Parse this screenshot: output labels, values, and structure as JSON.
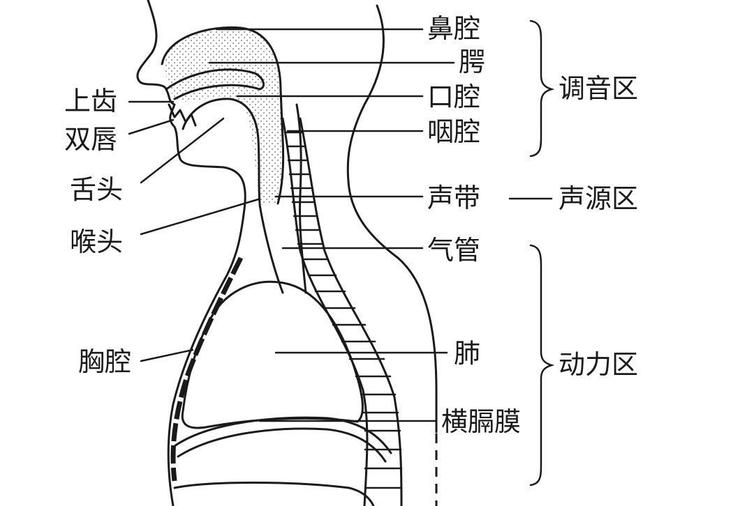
{
  "colors": {
    "ink": "#1a1a1a",
    "background": "#ffffff",
    "dots": "#9a9a9a"
  },
  "labels": {
    "nasal_cavity": "鼻腔",
    "palate": "腭",
    "oral_cavity": "口腔",
    "pharynx": "咽腔",
    "vocal_cords": "声带",
    "trachea": "气管",
    "lungs": "肺",
    "diaphragm": "横膈膜",
    "upper_teeth": "上齿",
    "lips": "双唇",
    "tongue": "舌头",
    "larynx": "喉头",
    "thoracic_cavity": "胸腔"
  },
  "regions": {
    "articulation": "调音区",
    "phonation": "声源区",
    "power": "动力区"
  }
}
